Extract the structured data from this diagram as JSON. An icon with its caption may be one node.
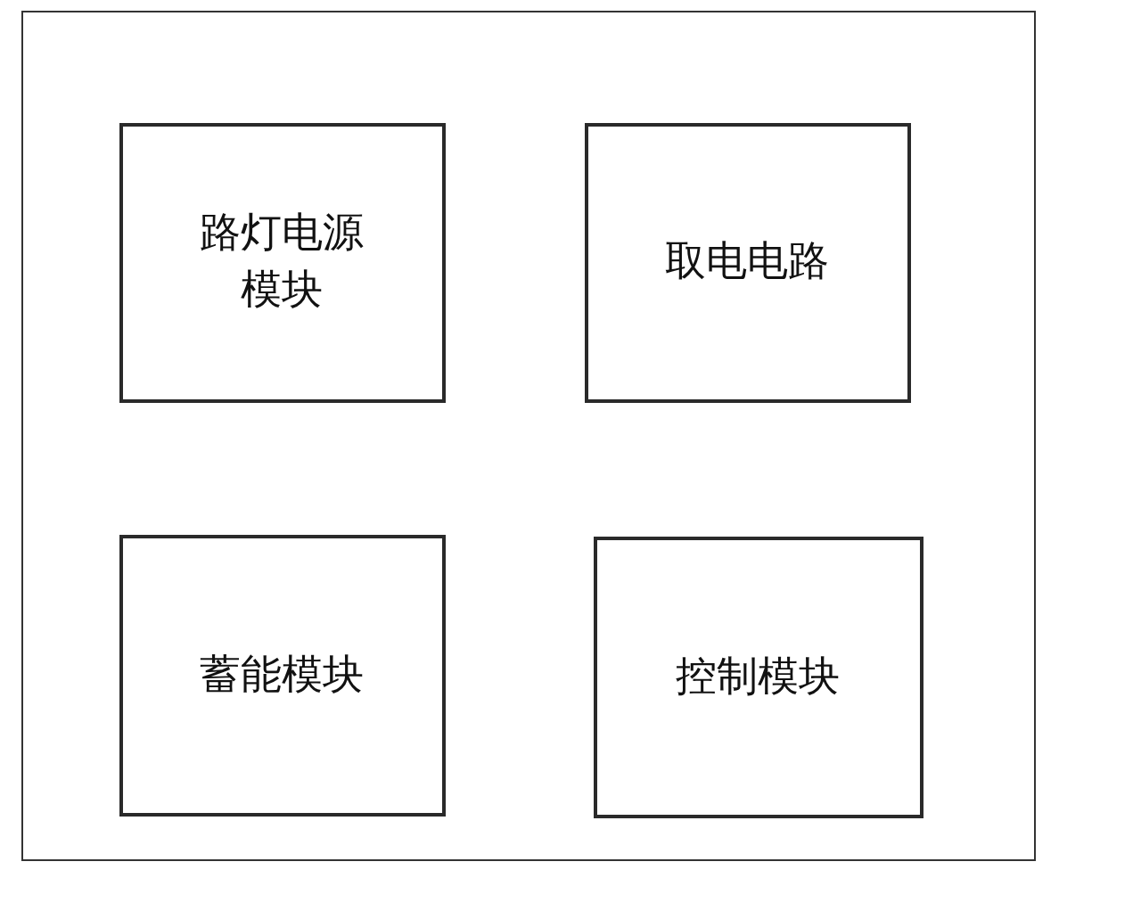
{
  "diagram": {
    "nodes": [
      {
        "text": [],
        "shape": "box"
      },
      {
        "text": [
          "路灯电源模块"
        ],
        "in": 0
      },
      {
        "text": [
          "取电电路"
        ],
        "in": 0
      },
      {
        "text": [
          "蓄能模块"
        ],
        "in": 0
      },
      {
        "text": [
          "控制模块"
        ],
        "in": 0
      }
    ]
  }
}
